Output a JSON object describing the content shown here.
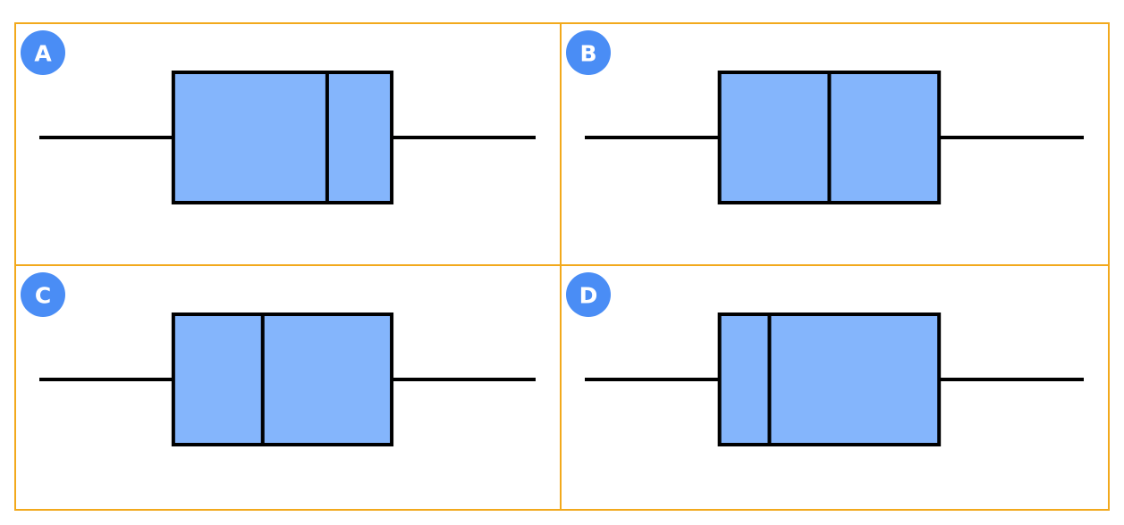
{
  "colors": {
    "panel_border": "#F2A91C",
    "box_fill": "#84B5FC",
    "stroke": "#000000",
    "badge_fill": "#4A8DF5",
    "badge_text": "#FFFFFF",
    "background": "#FFFFFF"
  },
  "chart_data": [
    {
      "type": "boxplot",
      "label": "A",
      "xlim": [
        0,
        100
      ],
      "min": 0,
      "q1": 27,
      "median": 58,
      "q3": 71,
      "max": 100
    },
    {
      "type": "boxplot",
      "label": "B",
      "xlim": [
        0,
        100
      ],
      "min": 0,
      "q1": 27,
      "median": 49,
      "q3": 71,
      "max": 100
    },
    {
      "type": "boxplot",
      "label": "C",
      "xlim": [
        0,
        100
      ],
      "min": 0,
      "q1": 27,
      "median": 45,
      "q3": 71,
      "max": 100
    },
    {
      "type": "boxplot",
      "label": "D",
      "xlim": [
        0,
        100
      ],
      "min": 0,
      "q1": 27,
      "median": 37,
      "q3": 71,
      "max": 100
    }
  ]
}
